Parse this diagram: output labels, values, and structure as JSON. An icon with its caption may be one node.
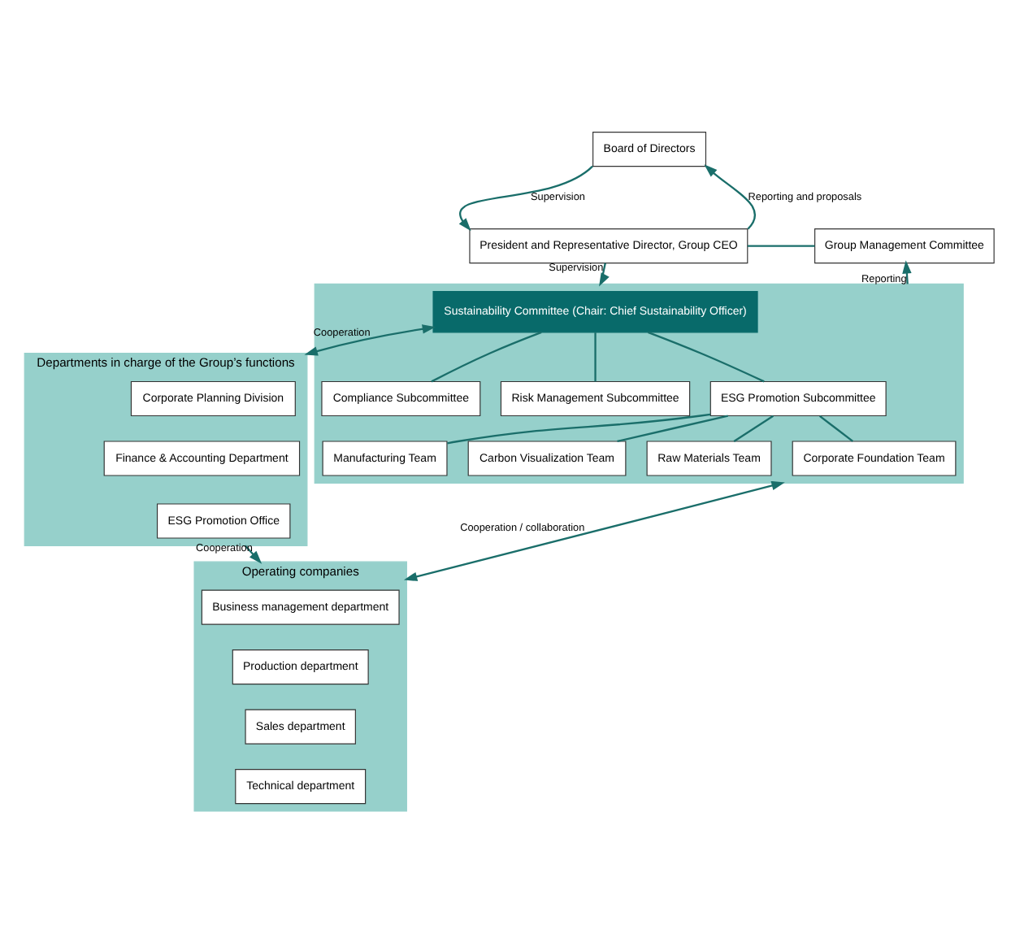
{
  "diagram": {
    "nodes": [
      {
        "text": [
          "Board of Directors"
        ]
      },
      {
        "text": [
          "President and Representative Director, Group CEO"
        ]
      },
      {
        "text": [
          "Group Management Committee"
        ]
      },
      {
        "text": [],
        "shape": "box"
      },
      {
        "text": [
          "Sustainability Committee (Chair: Chief Sustainability Officer)"
        ],
        "in": 3
      },
      {
        "text": [
          "Compliance Subcommittee"
        ],
        "in": 3
      },
      {
        "text": [
          "Risk Management Subcommittee"
        ],
        "in": 3
      },
      {
        "text": [
          "ESG Promotion Subcommittee"
        ],
        "in": 3
      },
      {
        "text": [
          "Manufacturing Team"
        ],
        "in": 3
      },
      {
        "text": [
          "Carbon Visualization Team"
        ],
        "in": 3
      },
      {
        "text": [
          "Raw Materials Team"
        ],
        "in": 3
      },
      {
        "text": [
          "Corporate Foundation Team"
        ],
        "in": 3
      },
      {
        "text": [
          "Departments in charge of the Group’s functions"
        ]
      },
      {
        "text": [
          "Corporate Planning Division"
        ],
        "in": 12
      },
      {
        "text": [
          "Finance & Accounting Department"
        ],
        "in": 12
      },
      {
        "text": [
          "ESG Promotion Office"
        ],
        "in": 12
      },
      {
        "text": [
          "Operating companies"
        ]
      },
      {
        "text": [
          "Business management department"
        ],
        "in": 16
      },
      {
        "text": [
          "Production department"
        ],
        "in": 16
      },
      {
        "text": [
          "Sales department"
        ],
        "in": 16
      },
      {
        "text": [
          "Technical department"
        ],
        "in": 16
      }
    ],
    "edges": [
      {
        "from": 0,
        "to": 1,
        "arrow": "to",
        "label": "Supervision"
      },
      {
        "from": 1,
        "to": 0,
        "arrow": "to",
        "label": "Reporting and proposals"
      },
      {
        "from": 1,
        "to": 2,
        "arrow": "none"
      },
      {
        "from": 1,
        "to": 3,
        "arrow": "to",
        "label": "Supervision"
      },
      {
        "from": 3,
        "to": 2,
        "arrow": "to",
        "label": "Reporting"
      },
      {
        "from": 4,
        "to": 5,
        "arrow": "none"
      },
      {
        "from": 4,
        "to": 6,
        "arrow": "none"
      },
      {
        "from": 4,
        "to": 7,
        "arrow": "none"
      },
      {
        "from": 7,
        "to": 8,
        "arrow": "none"
      },
      {
        "from": 7,
        "to": 9,
        "arrow": "none"
      },
      {
        "from": 7,
        "to": 10,
        "arrow": "none"
      },
      {
        "from": 7,
        "to": 11,
        "arrow": "none"
      },
      {
        "from": 4,
        "to": 12,
        "arrow": "both",
        "label": "Cooperation"
      },
      {
        "from": 12,
        "to": 16,
        "arrow": "to",
        "label": "Cooperation"
      },
      {
        "from": 3,
        "to": 16,
        "arrow": "both",
        "label": "Cooperation / collaboration"
      }
    ]
  }
}
